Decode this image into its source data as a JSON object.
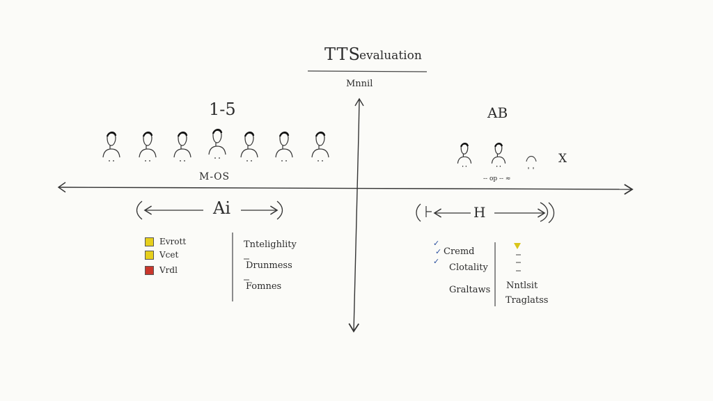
{
  "title": {
    "main": "TTS",
    "sub": "evaluation"
  },
  "subtitle": "Mnnil",
  "left": {
    "scale_label": "1-5",
    "axis_label": "M-OS",
    "arrow_label": "Ai",
    "listener_count": 7,
    "legend": [
      {
        "label": "Evrott",
        "color": "#e6cf1c"
      },
      {
        "label": "Vcet",
        "color": "#e6cf1c"
      },
      {
        "label": "Vrdl",
        "color": "#c9362b"
      }
    ],
    "metrics": [
      "Tntelighlity",
      "Drunmess",
      "Fomnes"
    ]
  },
  "right": {
    "scale_label": "AB",
    "axis_label": "-- op -- ≈",
    "arrow_label": "H",
    "mark_x": "X",
    "listener_count": 2,
    "checks": [
      "✓",
      "✓",
      "✓"
    ],
    "criteria": [
      "Cremd",
      "Clotality",
      "Graltaws"
    ],
    "notes": [
      "Nntlsit",
      "Traglatss"
    ],
    "marker_color": "#d9c51a"
  }
}
